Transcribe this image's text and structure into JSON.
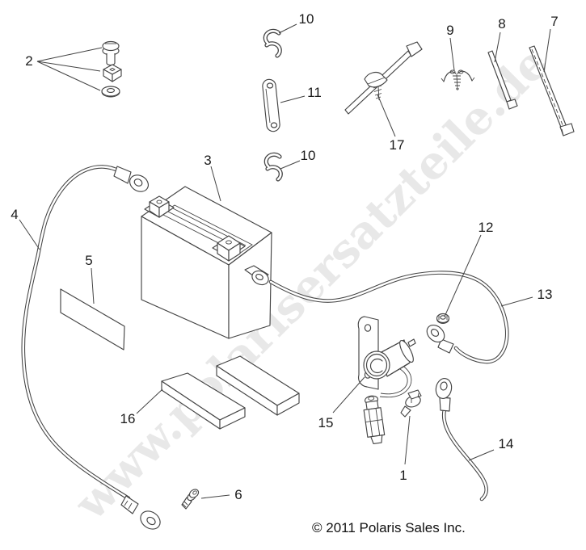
{
  "diagram": {
    "watermark_text": "www.polarisersatzteile.de",
    "copyright_text": "© 2011 Polaris Sales Inc.",
    "callouts": {
      "c1": "1",
      "c2": "2",
      "c3": "3",
      "c4": "4",
      "c5": "5",
      "c6": "6",
      "c7": "7",
      "c8": "8",
      "c9": "9",
      "c10a": "10",
      "c10b": "10",
      "c11": "11",
      "c12": "12",
      "c13": "13",
      "c14": "14",
      "c15": "15",
      "c16": "16",
      "c17": "17"
    },
    "colors": {
      "background": "#ffffff",
      "line": "#444444",
      "watermark": "#e8e8e8",
      "callout_text": "#1a1a1a"
    }
  }
}
